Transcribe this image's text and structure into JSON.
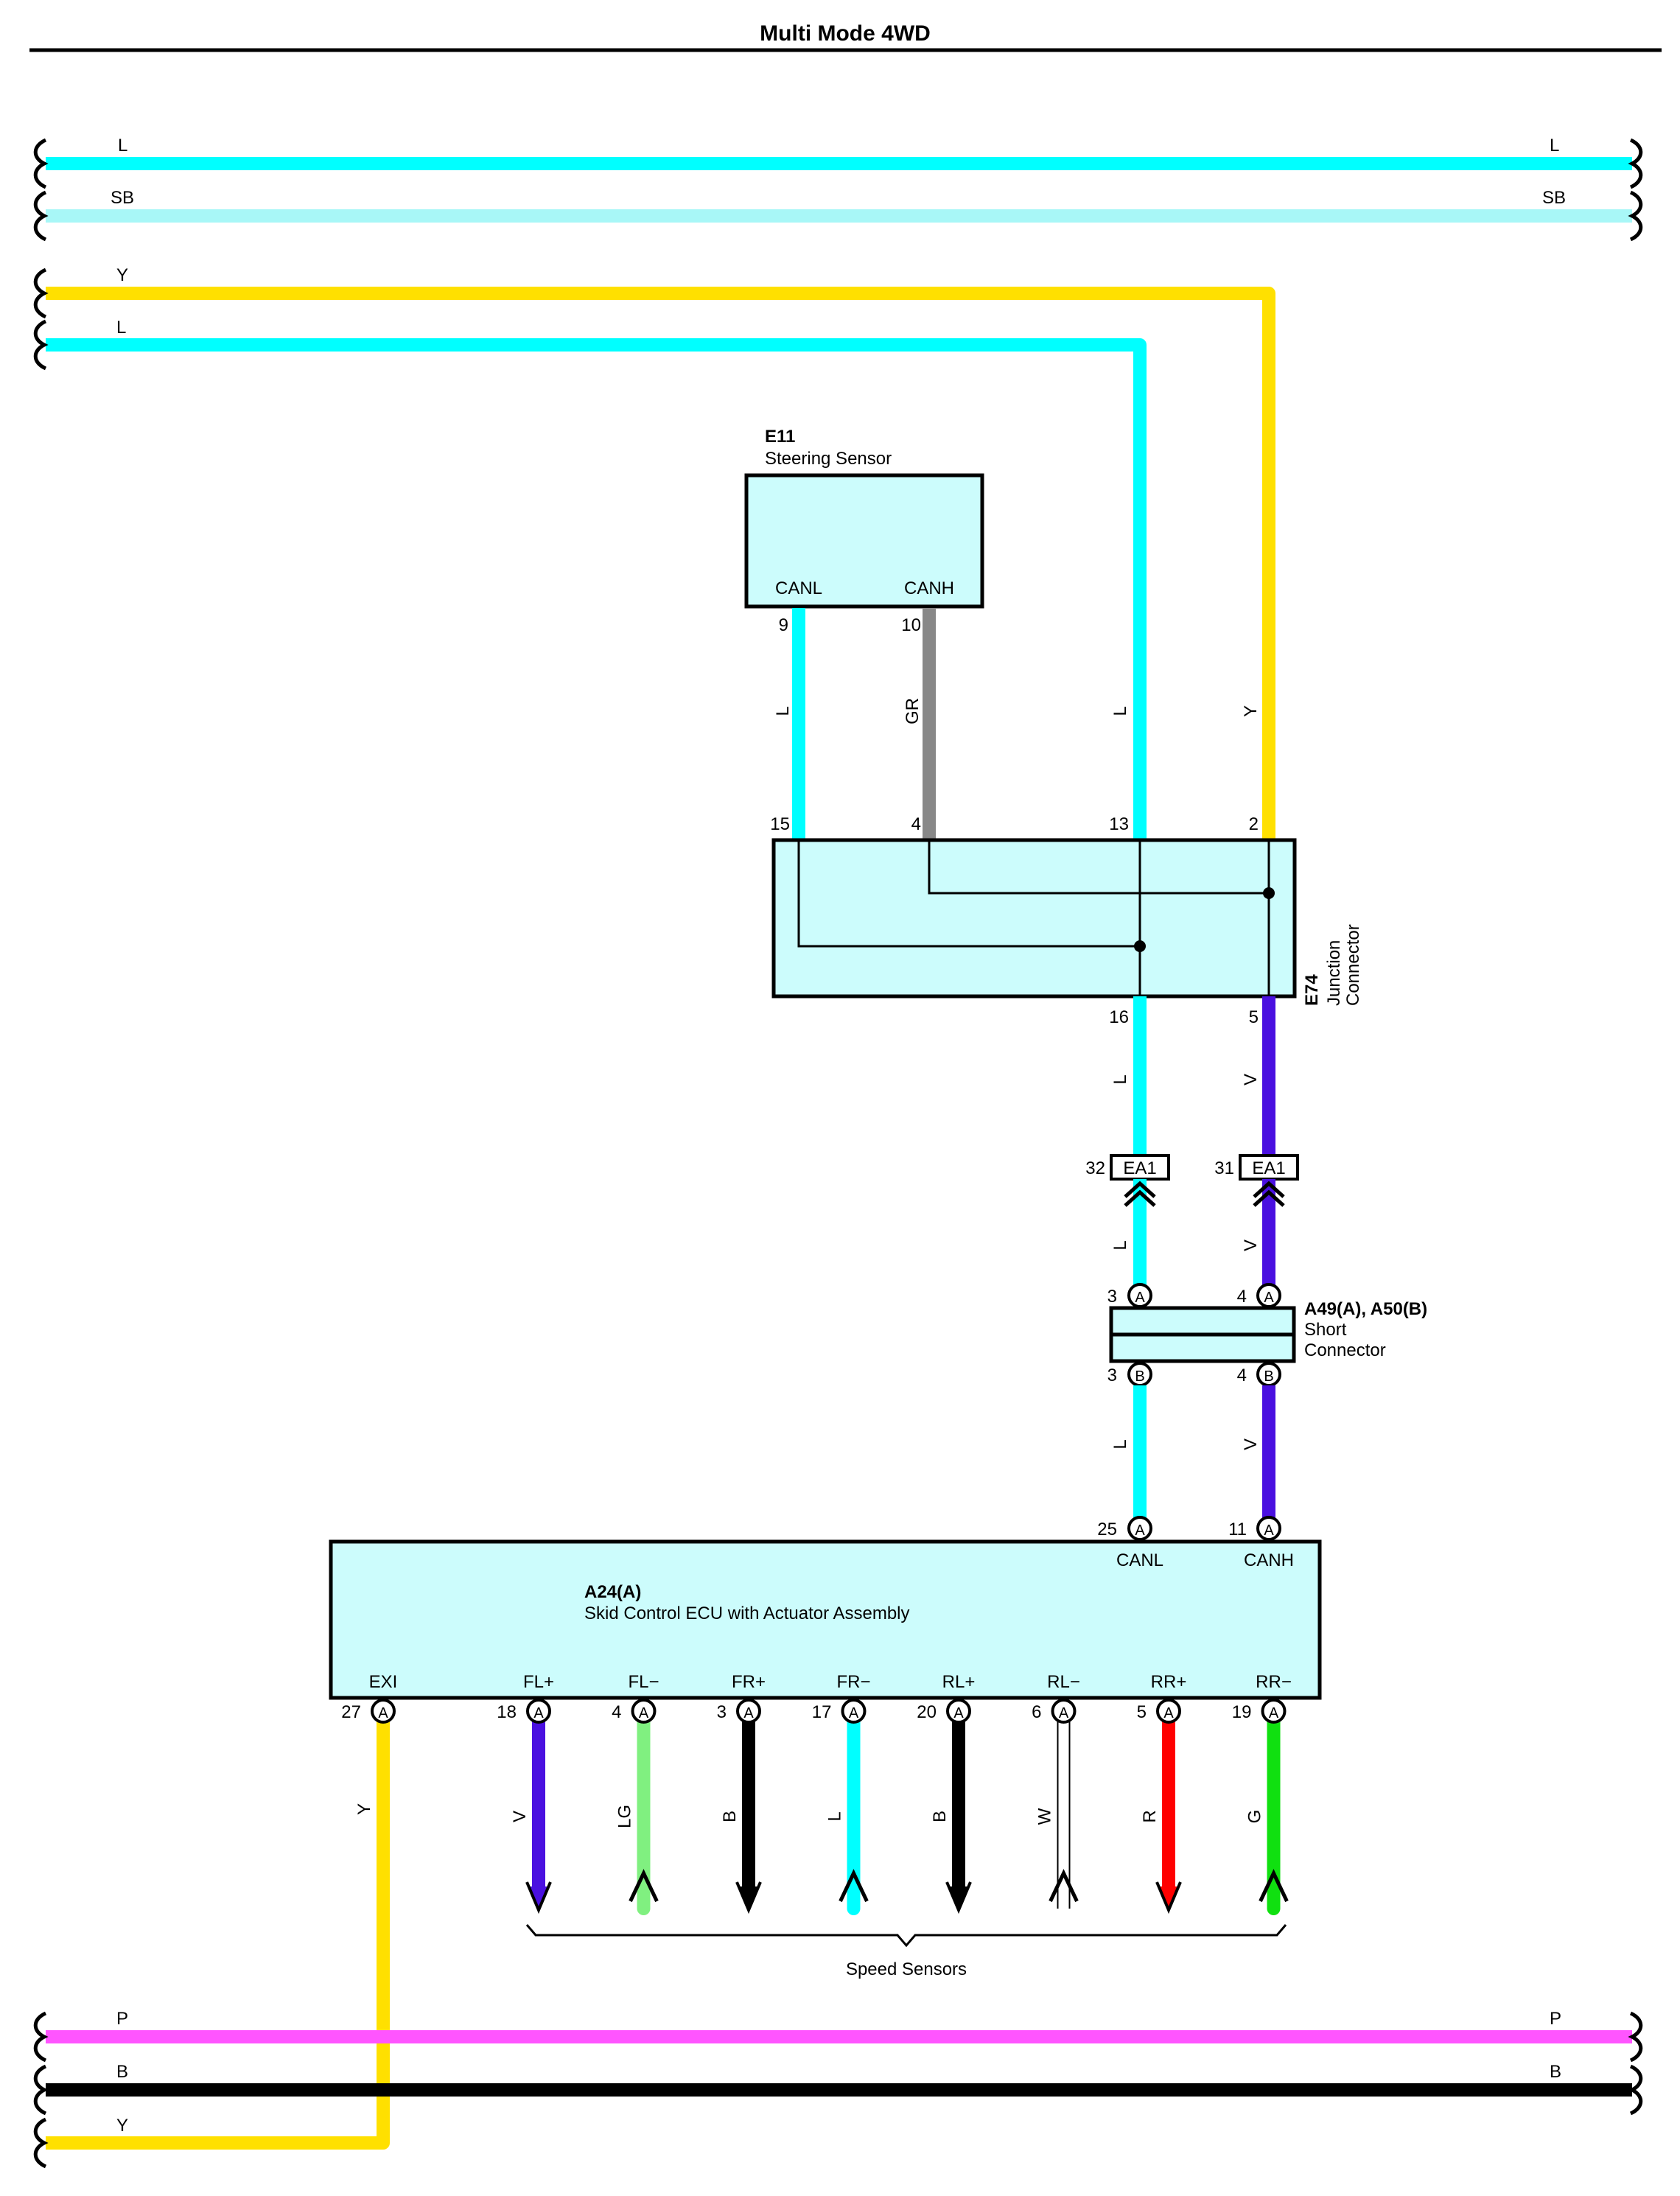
{
  "title": "Multi Mode 4WD",
  "colors": {
    "L": "#00ffff",
    "SB": "#a8f7f7",
    "Y": "#ffe000",
    "GR": "#888888",
    "V": "#4a10e0",
    "LG": "#80f080",
    "B": "#000000",
    "W": "#ffffff",
    "R": "#ff0000",
    "G": "#10e010",
    "P": "#ff55ff",
    "box_fill": "#ccfcfc"
  },
  "wire_codes": {
    "l": "L",
    "sb": "SB",
    "y": "Y",
    "gr": "GR",
    "v": "V",
    "lg": "LG",
    "b": "B",
    "w": "W",
    "r": "R",
    "g": "G",
    "p": "P"
  },
  "e11": {
    "code": "E11",
    "name": "Steering Sensor",
    "term_canl": "CANL",
    "term_canh": "CANH",
    "pin_canl": "9",
    "pin_canh": "10"
  },
  "e74": {
    "code": "E74",
    "name_line1": "Junction",
    "name_line2": "Connector",
    "pin_15": "15",
    "pin_4": "4",
    "pin_13": "13",
    "pin_2": "2",
    "pin_16": "16",
    "pin_5": "5"
  },
  "ea1": {
    "code": "EA1",
    "pin_left": "32",
    "pin_right": "31"
  },
  "short_connector": {
    "code": "A49(A), A50(B)",
    "name_line1": "Short",
    "name_line2": "Connector",
    "letter_a": "A",
    "letter_b": "B",
    "pin_l_top": "3",
    "pin_r_top": "4",
    "pin_l_bot": "3",
    "pin_r_bot": "4"
  },
  "ecu": {
    "code": "A24(A)",
    "name": "Skid Control ECU with Actuator Assembly",
    "letter": "A",
    "canl": {
      "label": "CANL",
      "pin": "25"
    },
    "canh": {
      "label": "CANH",
      "pin": "11"
    },
    "exi": {
      "label": "EXI",
      "pin": "27"
    },
    "sensors": [
      {
        "label": "FL+",
        "pin": "18",
        "wire": "V",
        "dir": "out"
      },
      {
        "label": "FL−",
        "pin": "4",
        "wire": "LG",
        "dir": "in"
      },
      {
        "label": "FR+",
        "pin": "3",
        "wire": "B",
        "dir": "out"
      },
      {
        "label": "FR−",
        "pin": "17",
        "wire": "L",
        "dir": "in"
      },
      {
        "label": "RL+",
        "pin": "20",
        "wire": "B",
        "dir": "out"
      },
      {
        "label": "RL−",
        "pin": "6",
        "wire": "W",
        "dir": "in"
      },
      {
        "label": "RR+",
        "pin": "5",
        "wire": "R",
        "dir": "out"
      },
      {
        "label": "RR−",
        "pin": "19",
        "wire": "G",
        "dir": "in"
      }
    ]
  },
  "speed_sensors_label": "Speed Sensors"
}
